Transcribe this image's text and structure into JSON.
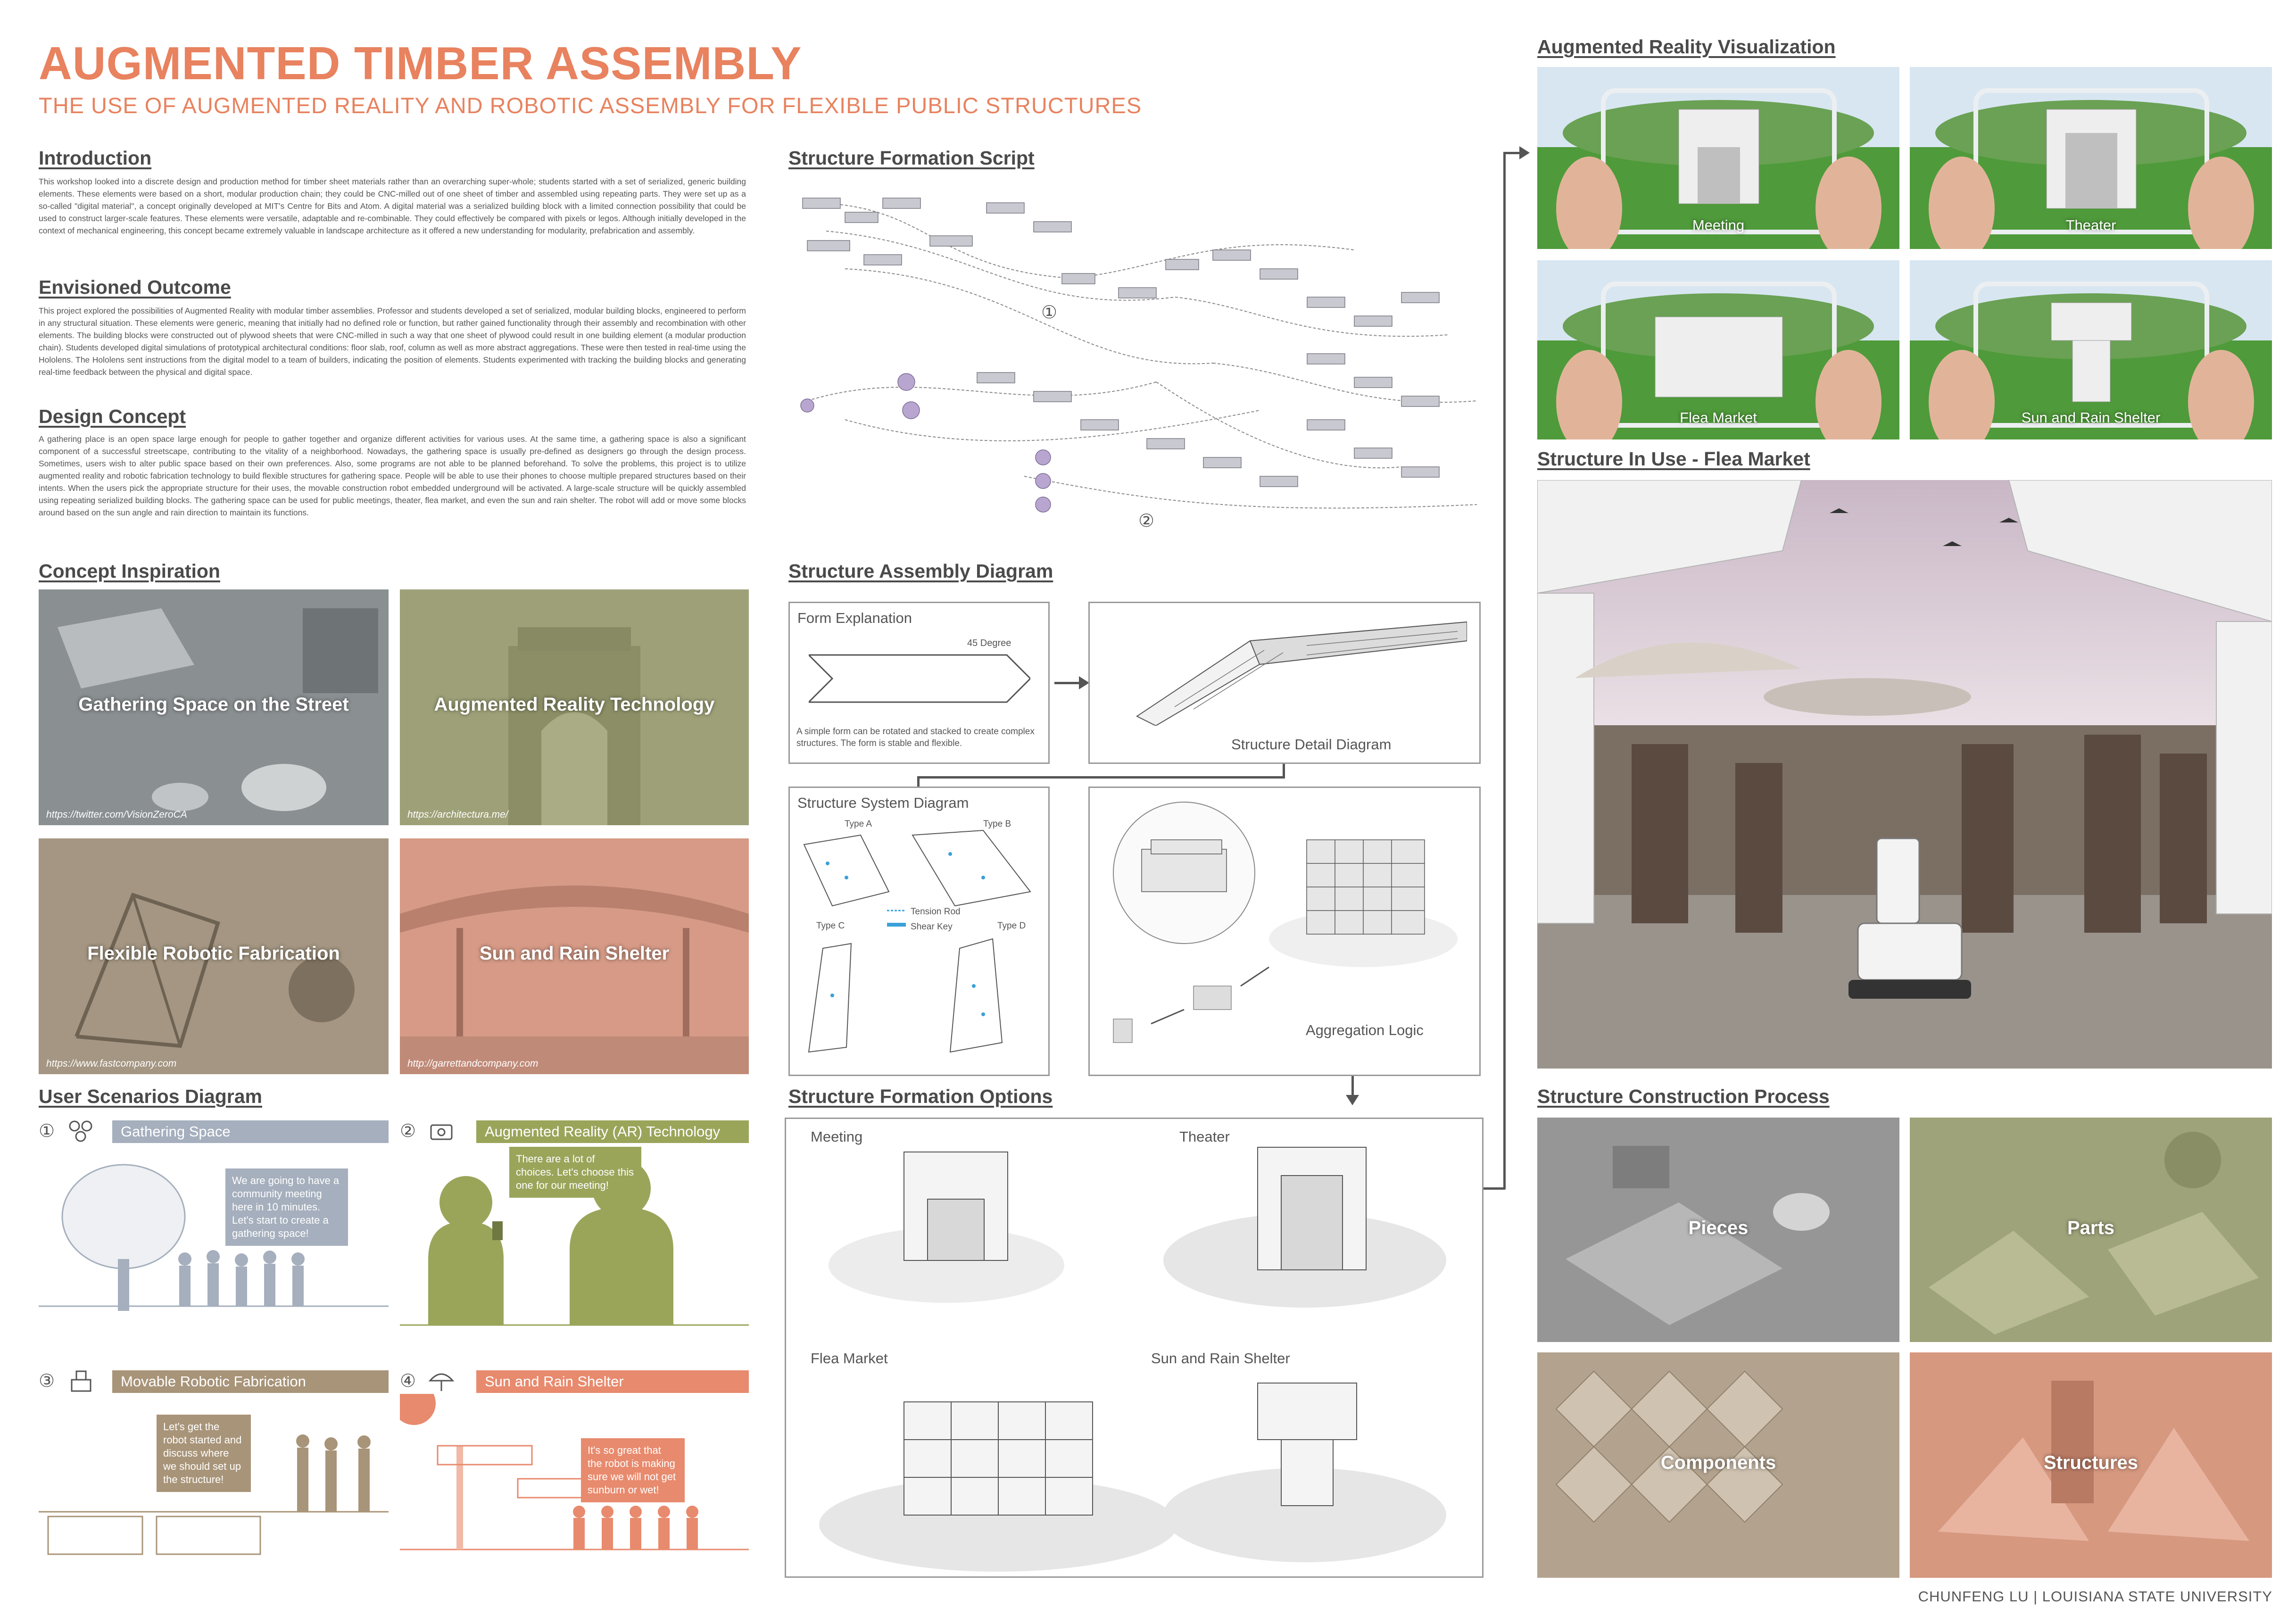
{
  "header": {
    "title": "AUGMENTED TIMBER ASSEMBLY",
    "subtitle": "THE USE OF AUGMENTED REALITY AND ROBOTIC ASSEMBLY FOR FLEXIBLE PUBLIC STRUCTURES"
  },
  "intro": {
    "heading": "Introduction",
    "text": "This workshop looked into a discrete design and production method for timber sheet materials rather than an overarching super-whole; students started with a set of serialized, generic building elements. These elements were based on a short, modular production chain; they could be CNC-milled out of one sheet of timber and assembled using repeating parts. They were set up as a so-called \"digital material\", a concept originally developed at MIT's Centre for Bits and Atom. A digital material was a serialized building block with a limited connection possibility that could be used to construct larger-scale features. These elements were versatile, adaptable and re-combinable. They could effectively be compared with pixels or legos. Although initially developed in the context of mechanical engineering, this concept became extremely valuable in landscape architecture as it offered a new understanding for modularity, prefabrication and assembly."
  },
  "outcome": {
    "heading": "Envisioned Outcome",
    "text": "This project explored the possibilities of Augmented Reality with modular timber assemblies. Professor and students developed a set of serialized, modular building blocks, engineered to perform in any structural situation. These elements were generic, meaning that initially had no defined role or function, but rather gained functionality through their assembly and recombination with other elements. The building blocks were constructed out of plywood sheets that were CNC-milled in such a way that one sheet of plywood could result in one building element (a modular production chain). Students developed digital simulations of prototypical architectural conditions: floor slab, roof, column as well as more abstract aggregations. These were then tested in real-time using the Hololens. The Hololens sent instructions from the digital model to a team of builders, indicating the position of elements. Students experimented with tracking the building blocks and generating real-time feedback between the physical and digital space."
  },
  "design": {
    "heading": "Design Concept",
    "text": "A gathering place is an open space large enough for people to gather together and organize different activities for various uses. At the same time, a gathering space is also a significant component of a successful streetscape, contributing to the vitality of a neighborhood. Nowadays, the gathering space is usually pre-defined as designers go through the design process. Sometimes, users wish to alter public space based on their own preferences. Also, some programs are not able to be planned beforehand. To solve the problems, this project is to utilize augmented reality and robotic fabrication technology to build flexible structures for gathering space. People will be able to use their phones to choose multiple prepared structures based on their intents. When the users pick the appropriate structure for their uses, the movable construction robot embedded underground will be activated. A large-scale structure will be quickly assembled using repeating serialized building blocks. The gathering space can be used for public meetings, theater, flea market, and even the sun and rain shelter. The robot will add or move some blocks around based on the sun angle and rain direction to maintain its functions."
  },
  "inspiration": {
    "heading": "Concept Inspiration",
    "items": [
      {
        "label": "Gathering Space on the Street",
        "credit": "https://twitter.com/VisionZeroCA",
        "tint": "#8f9497"
      },
      {
        "label": "Augmented Reality Technology",
        "credit": "https://architectura.me/",
        "tint": "#a3a67a"
      },
      {
        "label": "Flexible Robotic Fabrication",
        "credit": "https://www.fastcompany.com",
        "tint": "#a89a86"
      },
      {
        "label": "Sun and Rain Shelter",
        "credit": "http://garrettandcompany.com",
        "tint": "#d79a86"
      }
    ]
  },
  "scenarios": {
    "heading": "User Scenarios Diagram",
    "items": [
      {
        "num": "①",
        "tag": "Gathering Space",
        "color": "#a5afbd",
        "bubble": "We are going to have a community meeting here in 10 minutes. Let's start to create a gathering space!"
      },
      {
        "num": "②",
        "tag": "Augmented Reality (AR) Technology",
        "color": "#9aa55a",
        "bubble": "There are a lot of choices. Let's choose this one for our meeting!"
      },
      {
        "num": "③",
        "tag": "Movable Robotic Fabrication",
        "color": "#a89478",
        "bubble": "Let's get the robot started and discuss where we should set up the structure!"
      },
      {
        "num": "④",
        "tag": "Sun and Rain Shelter",
        "color": "#e88a6d",
        "bubble": "It's so great that the robot is making sure we will not get sunburn or wet!"
      }
    ]
  },
  "script": {
    "heading": "Structure Formation Script",
    "mark1": "①",
    "mark2": "②"
  },
  "assembly": {
    "heading": "Structure Assembly Diagram",
    "form_title": "Form Explanation",
    "degree": "45 Degree",
    "form_text": "A simple form can be rotated and stacked to create complex structures. The form is stable and flexible.",
    "detail_title": "Structure Detail Diagram",
    "system_title": "Structure System Diagram",
    "type_a": "Type A",
    "type_b": "Type B",
    "type_c": "Type C",
    "type_d": "Type D",
    "tension_rod": "Tension Rod",
    "shear_key": "Shear Key",
    "aggregation": "Aggregation Logic"
  },
  "options": {
    "heading": "Structure Formation Options",
    "items": [
      "Meeting",
      "Theater",
      "Flea Market",
      "Sun and Rain Shelter"
    ]
  },
  "ar": {
    "heading": "Augmented Reality Visualization",
    "items": [
      "Meeting",
      "Theater",
      "Flea Market",
      "Sun and Rain Shelter"
    ]
  },
  "in_use": {
    "heading": "Structure In Use - Flea Market"
  },
  "construction": {
    "heading": "Structure Construction Process",
    "items": [
      {
        "label": "Pieces",
        "tint": "#9a9a9a"
      },
      {
        "label": "Parts",
        "tint": "#a3a67a"
      },
      {
        "label": "Components",
        "tint": "#b5a590"
      },
      {
        "label": "Structures",
        "tint": "#d99a84"
      }
    ]
  },
  "footer": "CHUNFENG LU | LOUISIANA STATE UNIVERSITY"
}
